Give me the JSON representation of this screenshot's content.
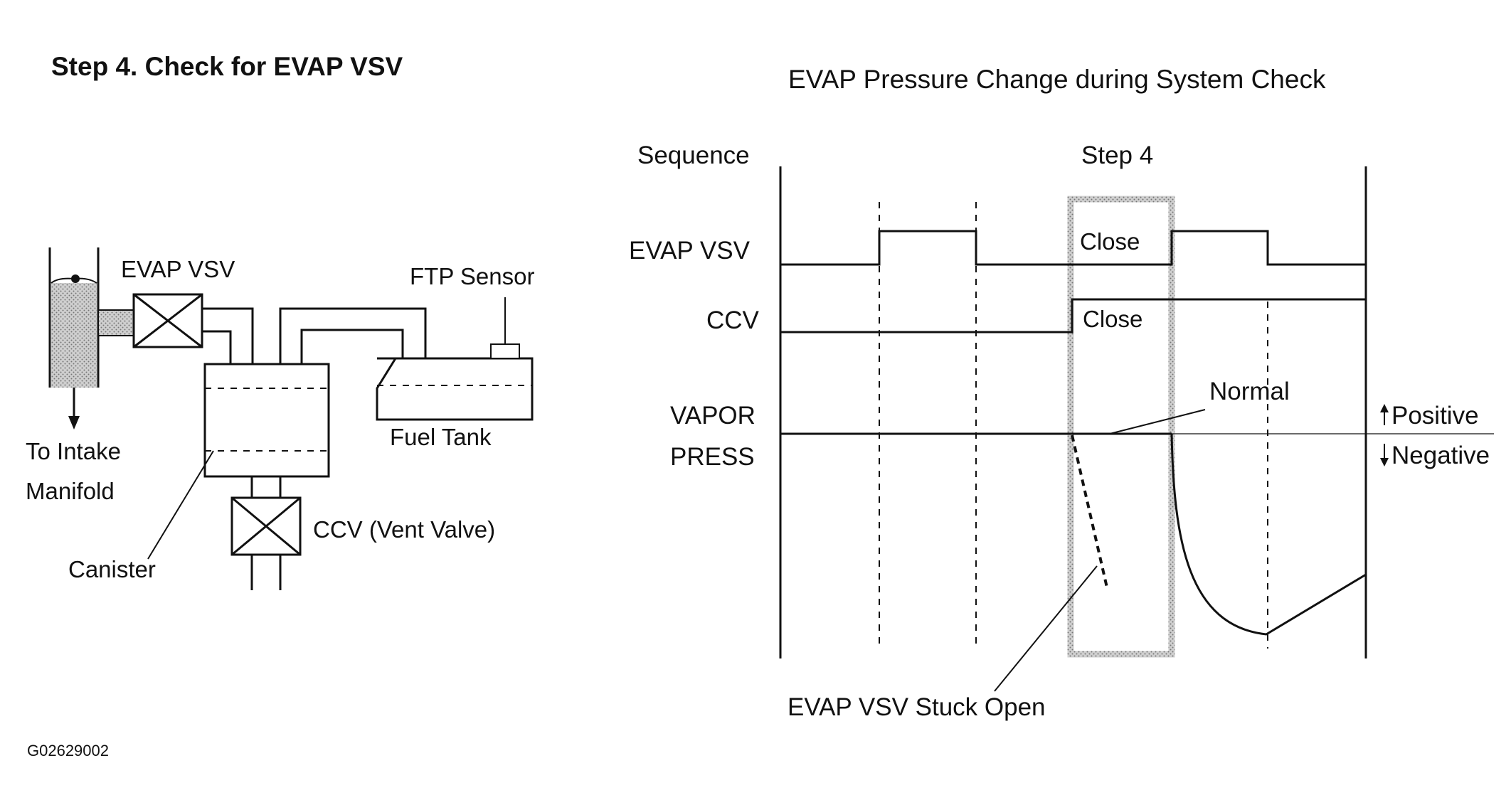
{
  "left": {
    "title": "Step 4. Check for EVAP VSV",
    "labels": {
      "evap_vsv": "EVAP VSV",
      "ftp_sensor": "FTP Sensor",
      "to_intake_1": "To Intake",
      "to_intake_2": "Manifold",
      "fuel_tank": "Fuel Tank",
      "ccv_vent": "CCV (Vent Valve)",
      "canister": "Canister"
    },
    "figure_code": "G02629002"
  },
  "right": {
    "title": "EVAP Pressure Change during System Check",
    "sequence": "Sequence",
    "step": "Step 4",
    "rows": {
      "evap_vsv": "EVAP VSV",
      "ccv": "CCV",
      "vapor_1": "VAPOR",
      "vapor_2": "PRESS"
    },
    "close_1": "Close",
    "close_2": "Close",
    "normal": "Normal",
    "positive": "Positive",
    "negative": "Negative",
    "stuck_open": "EVAP VSV Stuck Open"
  }
}
